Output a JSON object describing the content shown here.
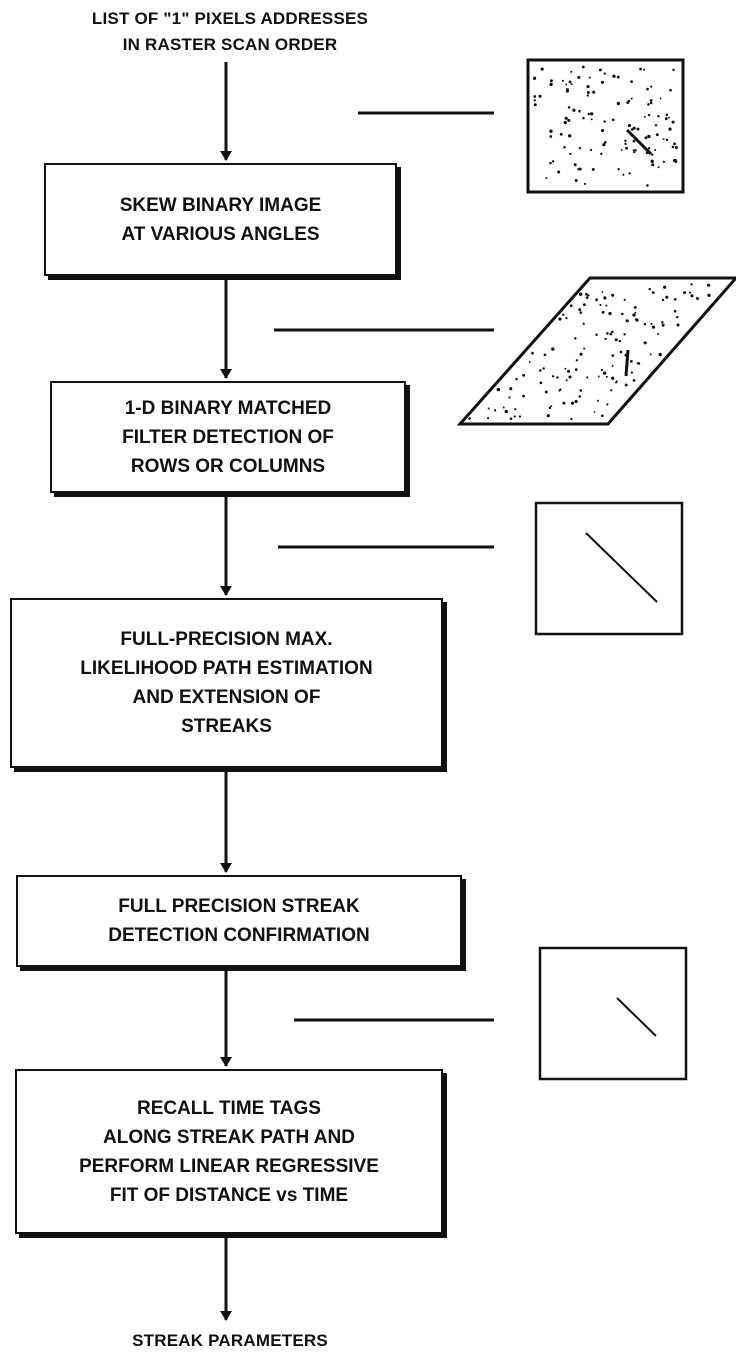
{
  "input_label": "LIST OF \"1\" PIXELS ADDRESSES\nIN RASTER SCAN ORDER",
  "steps": [
    {
      "label": "SKEW BINARY IMAGE\nAT VARIOUS ANGLES"
    },
    {
      "label": "1-D BINARY MATCHED\nFILTER DETECTION OF\nROWS OR COLUMNS"
    },
    {
      "label": "FULL-PRECISION MAX.\nLIKELIHOOD PATH ESTIMATION\nAND EXTENSION OF\nSTREAKS"
    },
    {
      "label": "FULL PRECISION STREAK\nDETECTION CONFIRMATION"
    },
    {
      "label": "RECALL TIME TAGS\nALONG STREAK PATH AND\nPERFORM LINEAR REGRESSIVE\nFIT OF DISTANCE vs TIME"
    }
  ],
  "output_label": "STREAK PARAMETERS",
  "thumbnails": [
    "raw-binary-image",
    "skewed-binary-image",
    "detected-streak",
    "confirmed-streak"
  ]
}
